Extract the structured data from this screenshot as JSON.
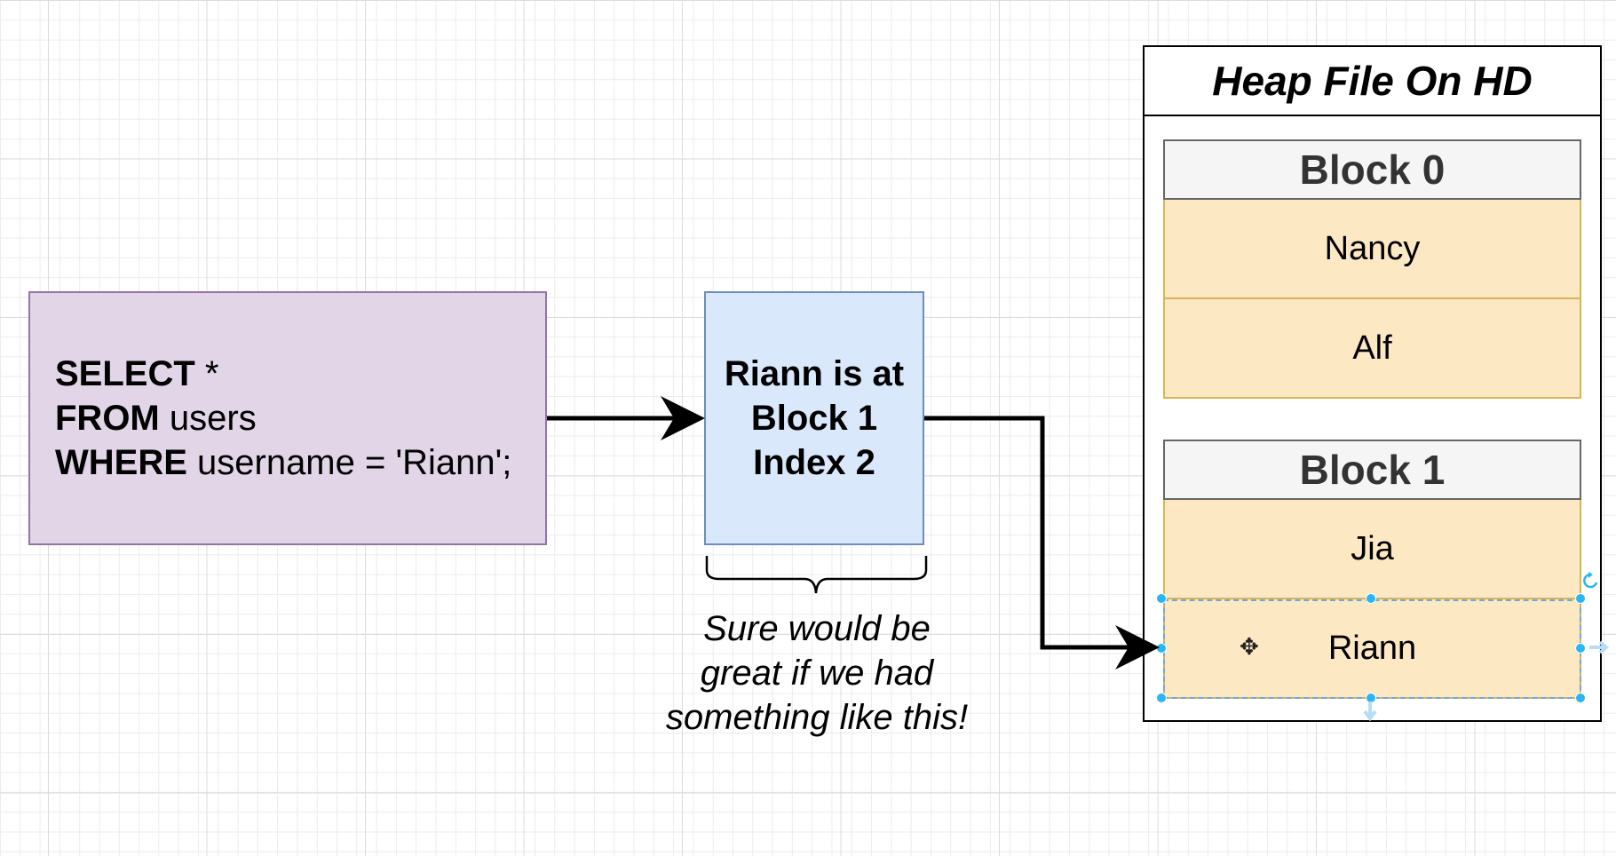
{
  "query": {
    "line1_keyword": "SELECT",
    "line1_rest": " *",
    "line2_keyword": "FROM",
    "line2_rest": " users",
    "line3_keyword": "WHERE",
    "line3_rest": " username = 'Riann';"
  },
  "index_box": {
    "line1": "Riann is at",
    "line2": "Block 1",
    "line3": "Index 2"
  },
  "caption": {
    "line1": "Sure would be",
    "line2": "great if we had",
    "line3": "something like this!"
  },
  "heap_file": {
    "title": "Heap File On HD",
    "blocks": [
      {
        "header": "Block 0",
        "rows": [
          "Nancy",
          "Alf"
        ]
      },
      {
        "header": "Block 1",
        "rows": [
          "Jia",
          "Riann"
        ]
      }
    ]
  },
  "colors": {
    "query_fill": "#e1d5e7",
    "query_stroke": "#9673a6",
    "index_fill": "#dae8fc",
    "index_stroke": "#6c8ebf",
    "row_fill": "#fde8c4",
    "row_stroke": "#d6b656",
    "header_fill": "#f5f5f5",
    "selection": "#29b6f2"
  }
}
